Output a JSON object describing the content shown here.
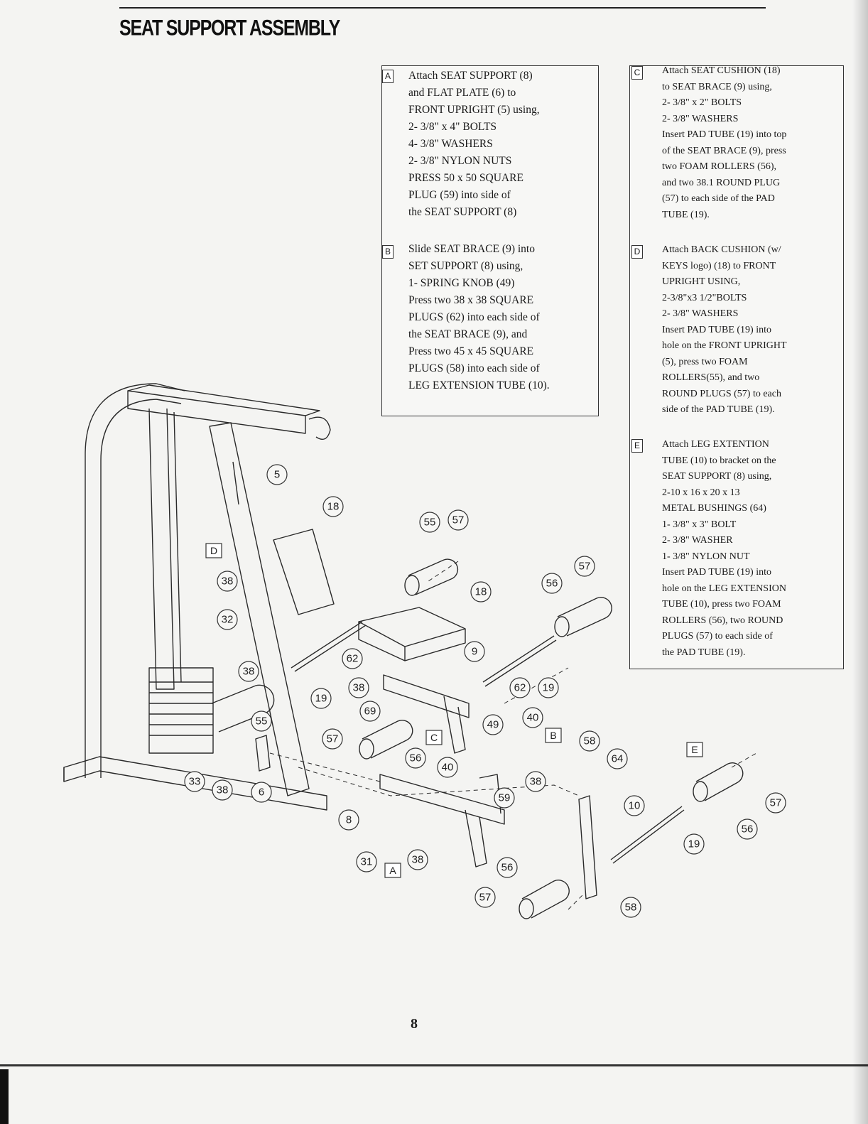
{
  "page": {
    "title": "SEAT SUPPORT ASSEMBLY",
    "page_number": "8"
  },
  "steps": [
    {
      "letter": "A",
      "text": "Attach SEAT SUPPORT  (8)\nand FLAT PLATE (6) to\nFRONT UPRIGHT (5) using,\n2- 3/8\" x 4\"  BOLTS\n4- 3/8\" WASHERS\n2- 3/8\" NYLON NUTS\nPRESS 50 x 50 SQUARE\nPLUG (59) into side of\nthe SEAT SUPPORT (8)"
    },
    {
      "letter": "B",
      "text": "Slide SEAT BRACE (9) into\nSET SUPPORT (8) using,\n1- SPRING KNOB (49)\nPress two 38 x 38 SQUARE\nPLUGS (62) into each side of\nthe SEAT BRACE (9), and\nPress two 45 x 45 SQUARE\nPLUGS (58) into each side of\nLEG EXTENSION TUBE (10)."
    },
    {
      "letter": "C",
      "text": "Attach SEAT CUSHION (18)\nto SEAT BRACE (9) using,\n2- 3/8\" x 2\" BOLTS\n2- 3/8\" WASHERS\nInsert PAD TUBE (19) into top\nof the SEAT BRACE (9), press\ntwo FOAM ROLLERS (56),\nand two 38.1 ROUND PLUG\n(57) to each side of the PAD\nTUBE (19)."
    },
    {
      "letter": "D",
      "text": "Attach BACK CUSHION (w/\nKEYS logo) (18) to FRONT\nUPRIGHT USING,\n2-3/8\"x3 1/2\"BOLTS\n2- 3/8\" WASHERS\nInsert PAD TUBE (19) into\nhole on the FRONT UPRIGHT\n(5), press two FOAM\nROLLERS(55), and two\nROUND PLUGS (57) to each\nside of the PAD TUBE (19)."
    },
    {
      "letter": "E",
      "text": "Attach LEG EXTENTION\nTUBE (10) to bracket on the\nSEAT SUPPORT (8) using,\n2-10 x 16 x 20 x 13\nMETAL BUSHINGS (64)\n1- 3/8\" x 3\" BOLT\n2- 3/8\" WASHER\n1- 3/8\" NYLON NUT\nInsert PAD TUBE (19) into\nhole on the LEG EXTENSION\nTUBE (10), press two FOAM\nROLLERS (56), two ROUND\nPLUGS (57) to each side of\nthe PAD TUBE (19)."
    }
  ],
  "diagram": {
    "callouts": [
      "5",
      "18",
      "55",
      "57",
      "57",
      "56",
      "18",
      "9",
      "62",
      "62",
      "19",
      "19",
      "38",
      "32",
      "38",
      "55",
      "19",
      "38",
      "69",
      "57",
      "56",
      "40",
      "49",
      "40",
      "58",
      "64",
      "10",
      "8",
      "6",
      "33",
      "38",
      "31",
      "38",
      "59",
      "38",
      "56",
      "57",
      "19",
      "56",
      "57",
      "58"
    ],
    "tags": [
      "D",
      "C",
      "B",
      "E",
      "A"
    ]
  }
}
